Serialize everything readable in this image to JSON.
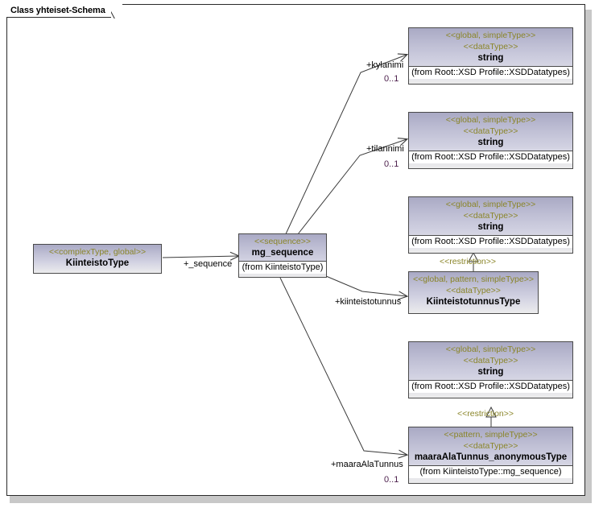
{
  "diagram": {
    "frame_title": "Class yhteiset-Schema"
  },
  "classes": [
    {
      "id": "kiinteistoType",
      "stereotypes": [
        "<<complexType, global>>"
      ],
      "name": "KiinteistoType",
      "package": ""
    },
    {
      "id": "mgSequence",
      "stereotypes": [
        "<<sequence>>"
      ],
      "name": "mg_sequence",
      "package": "(from KiinteistoType)"
    },
    {
      "id": "stringKylanimi",
      "stereotypes": [
        "<<global, simpleType>>",
        "<<dataType>>"
      ],
      "name": "string",
      "package": "(from Root::XSD Profile::XSDDatatypes)"
    },
    {
      "id": "stringTilannimi",
      "stereotypes": [
        "<<global, simpleType>>",
        "<<dataType>>"
      ],
      "name": "string",
      "package": "(from Root::XSD Profile::XSDDatatypes)"
    },
    {
      "id": "stringKiinteistotunnus",
      "stereotypes": [
        "<<global, simpleType>>",
        "<<dataType>>"
      ],
      "name": "string",
      "package": "(from Root::XSD Profile::XSDDatatypes)"
    },
    {
      "id": "kiinteistotunnusType",
      "stereotypes": [
        "<<global, pattern, simpleType>>",
        "<<dataType>>"
      ],
      "name": "KiinteistotunnusType",
      "package": ""
    },
    {
      "id": "stringMaaraAla",
      "stereotypes": [
        "<<global, simpleType>>",
        "<<dataType>>"
      ],
      "name": "string",
      "package": "(from Root::XSD Profile::XSDDatatypes)"
    },
    {
      "id": "maaraAlaTunnusType",
      "stereotypes": [
        "<<pattern, simpleType>>",
        "<<dataType>>"
      ],
      "name": "maaraAlaTunnus_anonymousType",
      "package": "(from KiinteistoType::mg_sequence)"
    }
  ],
  "associations": [
    {
      "id": "assoc_sequence",
      "role": "+_sequence",
      "multiplicity": ""
    },
    {
      "id": "assoc_kylanimi",
      "role": "+kylanimi",
      "multiplicity": "0..1"
    },
    {
      "id": "assoc_tilannimi",
      "role": "+tilannimi",
      "multiplicity": "0..1"
    },
    {
      "id": "assoc_kiinteistotunnus",
      "role": "+kiinteistotunnus",
      "multiplicity": ""
    },
    {
      "id": "assoc_maaraalatunnus",
      "role": "+maaraAlaTunnus",
      "multiplicity": "0..1"
    }
  ],
  "generalizations": [
    {
      "id": "gen_kiinteistotunnus",
      "label": "<<restriction>>"
    },
    {
      "id": "gen_maaraalatunnus",
      "label": "<<restriction>>"
    }
  ],
  "colors": {
    "box_fill_top": "#a9a9c4",
    "box_fill_bottom": "#ececed",
    "box_border": "#4a4a4a",
    "stereotype_text": "#8a8528",
    "multiplicity_text": "#4b1f4b",
    "line": "#3a3a3a",
    "frame_border": "#2a2a2a",
    "frame_shadow": "#c8c8c8"
  }
}
